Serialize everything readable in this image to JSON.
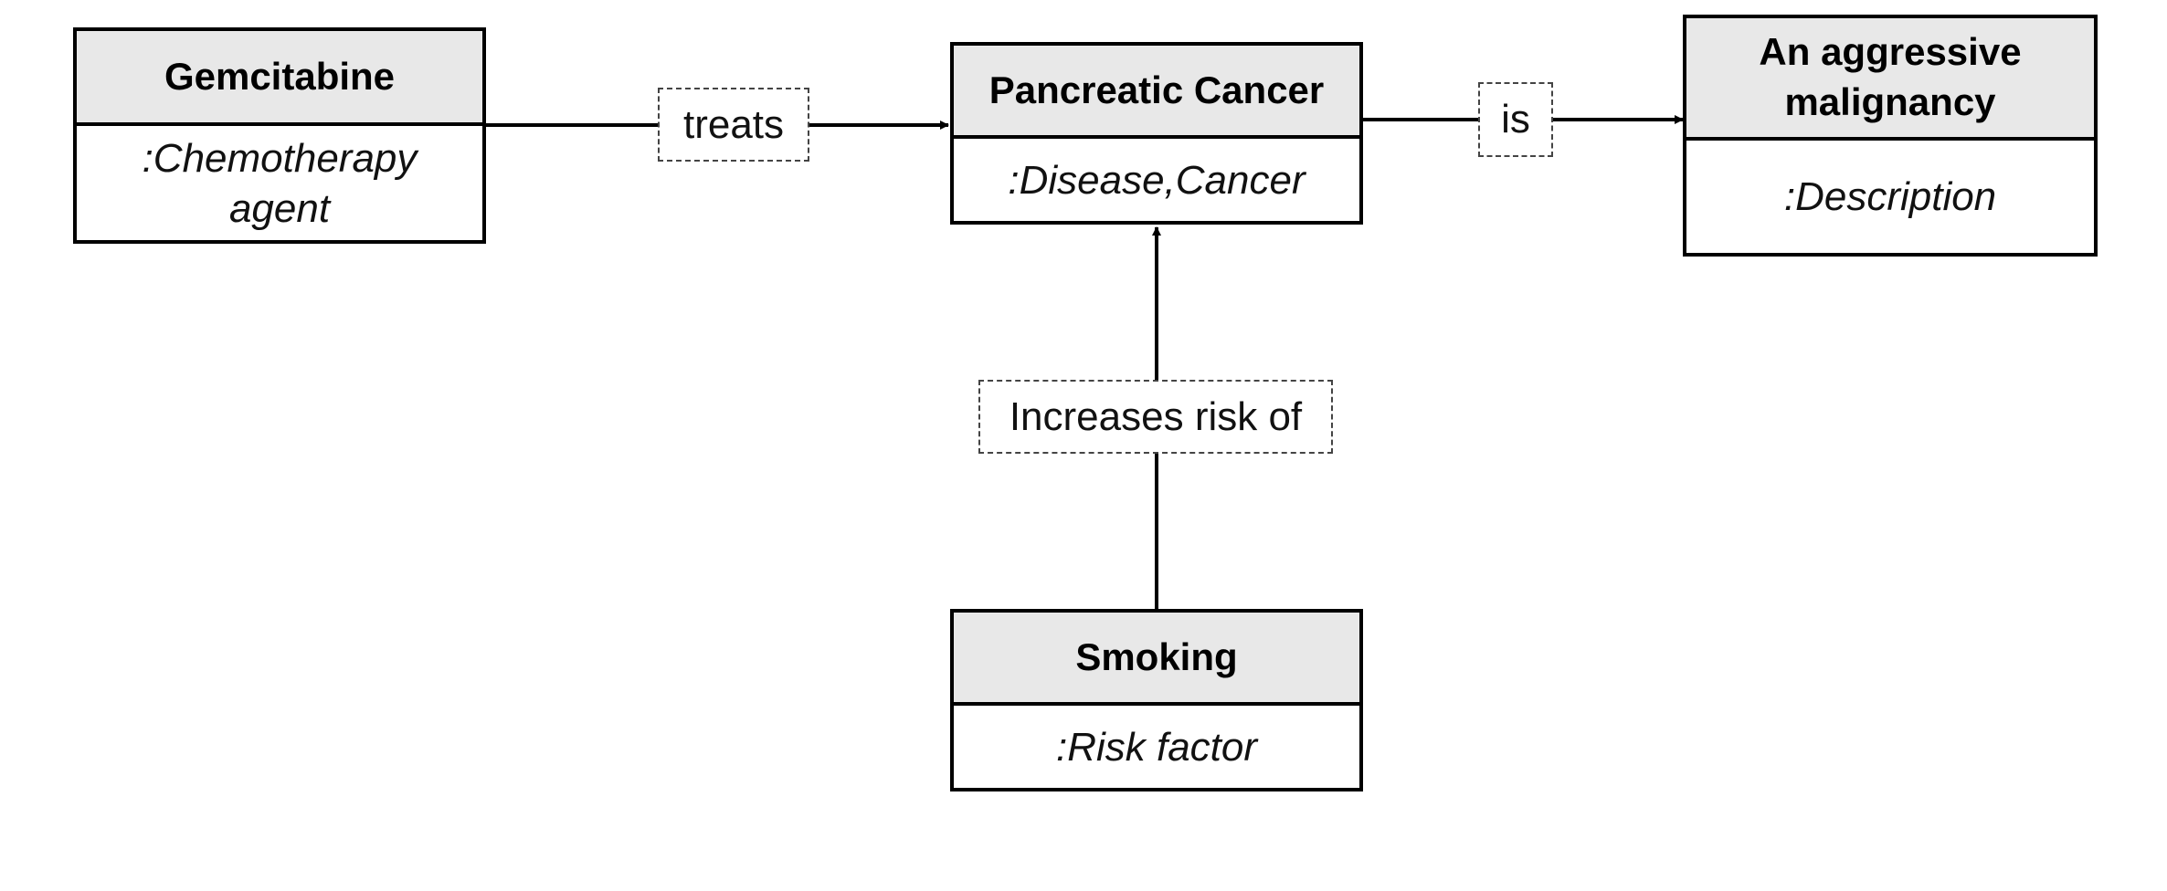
{
  "nodes": {
    "gemcitabine": {
      "name": "Gemcitabine",
      "type": ":Chemotherapy agent"
    },
    "pancreatic_cancer": {
      "name": "Pancreatic Cancer",
      "type": ":Disease,Cancer"
    },
    "aggressive_malignancy": {
      "name": "An aggressive malignancy",
      "type": ":Description"
    },
    "smoking": {
      "name": "Smoking",
      "type": ":Risk factor"
    }
  },
  "edges": {
    "treats": {
      "label": "treats"
    },
    "is": {
      "label": "is"
    },
    "increases_risk_of": {
      "label": "Increases risk of"
    }
  },
  "colors": {
    "header_fill": "#e8e8e8",
    "stroke": "#000000"
  }
}
